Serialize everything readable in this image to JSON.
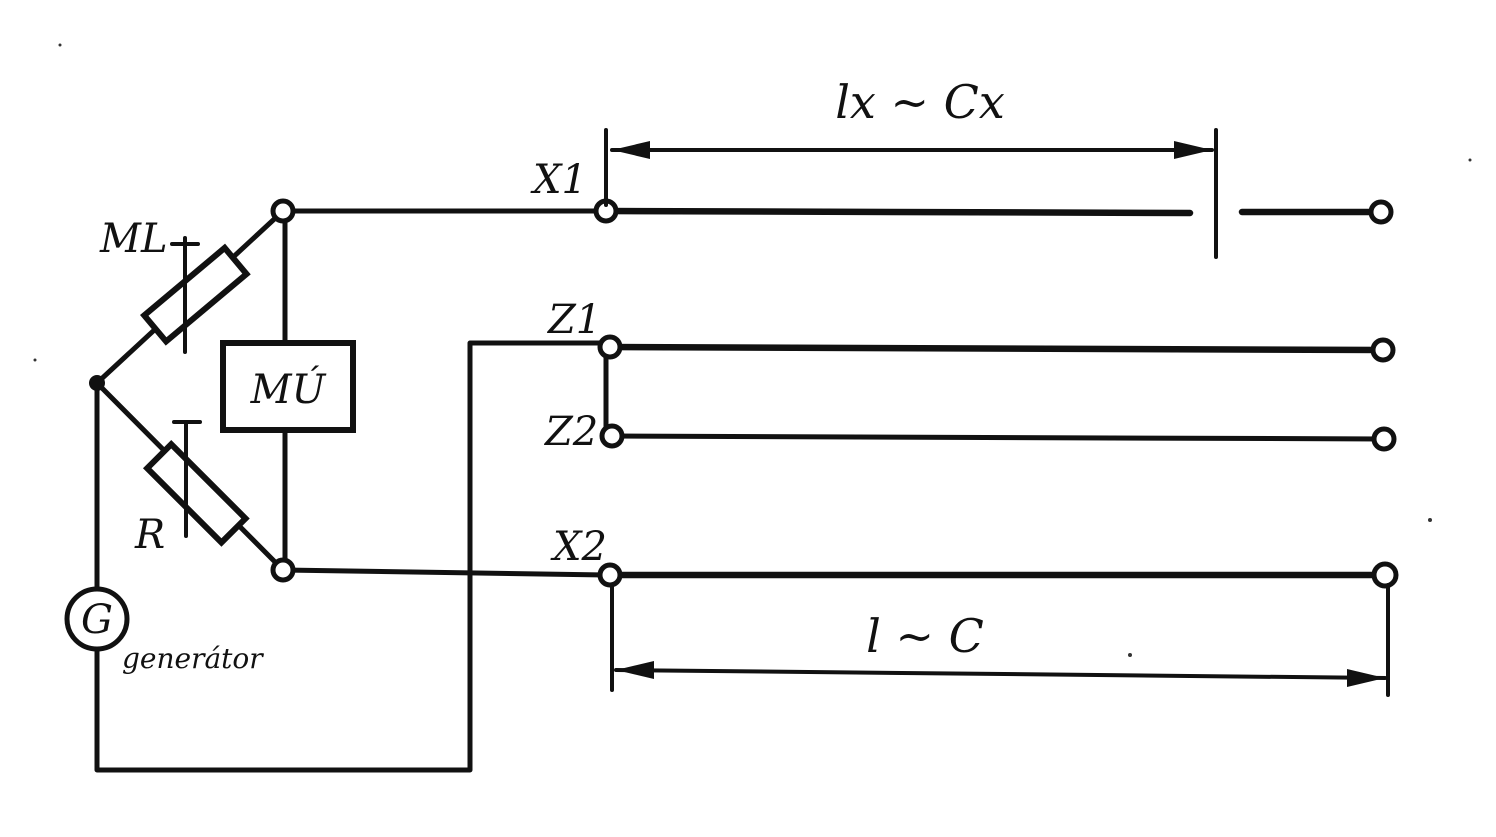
{
  "labels": {
    "ml": "ML",
    "r": "R",
    "mu": "MÚ",
    "g": "G",
    "generator": "generátor",
    "x1": "X1",
    "z1": "Z1",
    "z2": "Z2",
    "x2": "X2",
    "lx_cx": "lx ~ Cx",
    "l_c": "l ~ C"
  }
}
